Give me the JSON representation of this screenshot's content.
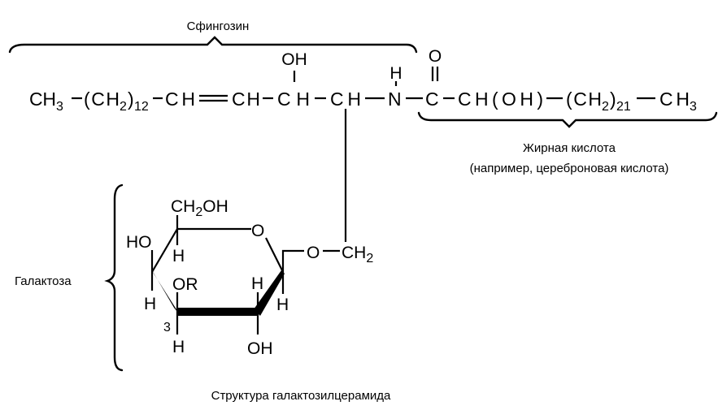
{
  "labels": {
    "sphingosine": "Сфингозин",
    "fatty_acid": "Жирная кислота",
    "fatty_acid_example": "(например, цереброновая кислота)",
    "galactose": "Галактоза",
    "caption": "Структура галактозилцерамида"
  },
  "chain": {
    "ch3_left": "CH",
    "ch3_left_sub": "3",
    "ch2_open": "(CH",
    "ch2_sub": "2",
    "ch2_close": ")",
    "ch2_count": "12",
    "ch_a": "CH",
    "ch_b": "CH",
    "ch_c": "CH",
    "ch_d": "CH",
    "oh_top": "OH",
    "h_on_n": "H",
    "n": "N",
    "c": "C",
    "o_top": "O",
    "chohx": "CH(OH)",
    "ch2b_open": "(CH",
    "ch2b_sub": "2",
    "ch2b_close": ")",
    "ch2b_count": "21",
    "ch3_right": "CH",
    "ch3_right_sub": "3"
  },
  "ring": {
    "ch2oh": "CH",
    "ch2oh_sub": "2",
    "ch2oh_tail": "OH",
    "ring_o": "O",
    "ho_left": "HO",
    "h1": "H",
    "h2": "H",
    "h3": "H",
    "h4": "H",
    "h5": "H",
    "or": "OR",
    "pos3": "3",
    "oh_bottom": "OH",
    "link_o": "O",
    "link_ch2": "CH",
    "link_ch2_sub": "2"
  }
}
